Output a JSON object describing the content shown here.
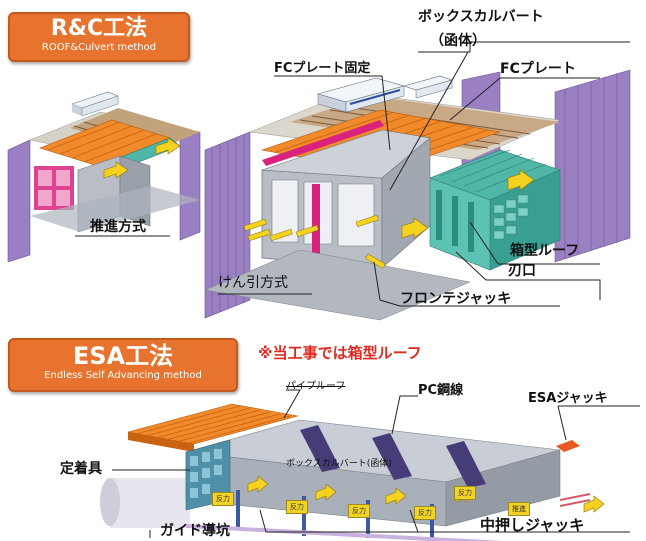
{
  "rc_section": {
    "title": "R&C工法",
    "subtitle": "ROOF&Culvert method",
    "labels": {
      "box_culvert": "ボックスカルバート",
      "box_culvert_body": "（函体）",
      "fc_plate_fixed": "FCプレート固定",
      "fc_plate": "FCプレート",
      "propulsion_method": "推進方式",
      "box_roof": "箱型ルーフ",
      "cutting_edge": "刃口",
      "traction_method": "けん引方式",
      "front_jack": "フロンテジャッキ"
    }
  },
  "esa_section": {
    "title": "ESA工法",
    "subtitle": "Endless Self Advancing method",
    "note": "※当工事では箱型ルーフ",
    "labels": {
      "pipe_roof": "パイプルーフ",
      "pc_strand": "PC鋼線",
      "esa_jack": "ESAジャッキ",
      "anchor": "定着具",
      "box_culvert_body": "ボックスカルバート(函体)",
      "guide_tunnel": "ガイド導坑",
      "intermediate_jack": "中押しジャッキ"
    },
    "arrow_tags": [
      "反力",
      "反力",
      "反力",
      "反力",
      "反力",
      "推進"
    ]
  },
  "colors": {
    "title_orange": "#e8732e",
    "roof_orange": "#f08a2a",
    "wall_purple": "#9a7fc2",
    "culvert_gray": "#b9bec6",
    "box_roof_teal": "#4fb6a8",
    "arrow_yellow": "#f4d21f",
    "accent_magenta": "#d8227e",
    "note_red": "#e02a20"
  }
}
